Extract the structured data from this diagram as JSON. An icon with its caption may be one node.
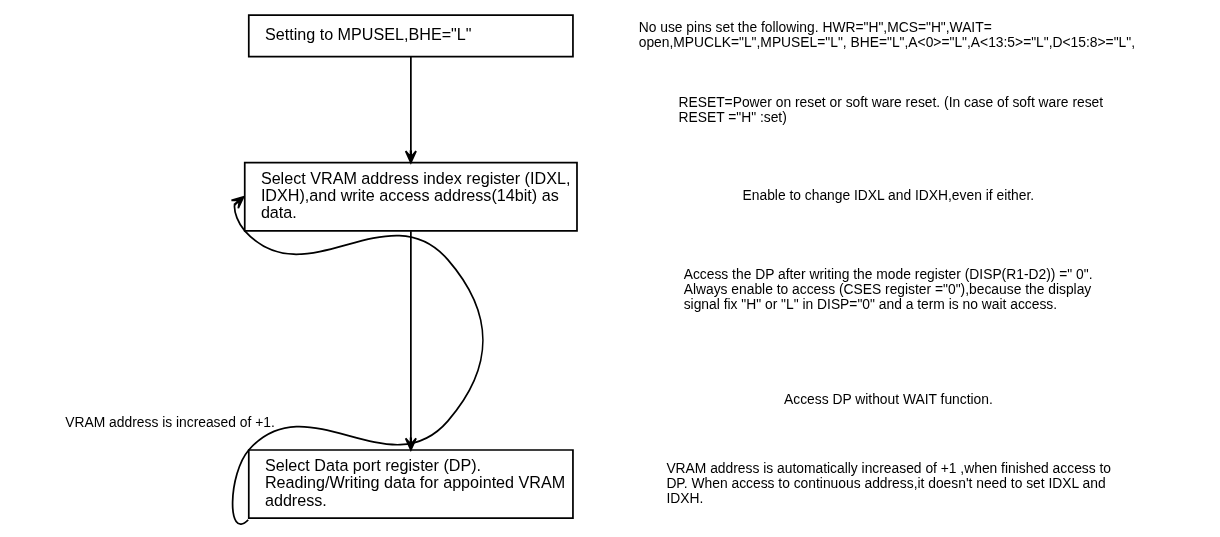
{
  "diagram": {
    "nodes": [
      {
        "text": [
          "Setting to MPUSEL,BHE=\"L\""
        ]
      },
      {
        "text": [
          "Select VRAM address index register (IDXL, IDXH),and write access address(14bit) as data."
        ]
      },
      {
        "text": [
          "Select Data port register (DP). Reading/Writing data for appointed VRAM address."
        ]
      }
    ],
    "edges": [
      {
        "from": 0,
        "to": 1,
        "arrow": "to"
      },
      {
        "from": 1,
        "to": 2,
        "arrow": "to"
      },
      {
        "from": 2,
        "to": 1,
        "arrow": "to",
        "label": "VRAM address is increased of +1."
      }
    ],
    "labels": [
      "No use pins set the following. HWR=\"H\",MCS=\"H\",WAIT= open,MPUCLK=\"L\",MPUSEL=\"L\", BHE=\"L\",A<0>=\"L\",A<13:5>=\"L\",D<15:8>=\"L\",",
      "RESET=Power on reset or soft ware reset. (In case of soft ware reset RESET =\"H\" :set)",
      "Enable to change IDXL and IDXH,even if either.",
      "Access the DP after writing the mode register (DISP(R1-D2)) =\" 0\". Always enable to access (CSES register =\"0\"),because the display signal fix \"H\" or \"L\" in DISP=\"0\" and a term is no wait access.",
      "Access DP without WAIT function.",
      "VRAM address is automatically increased of +1 ,when finished access to DP. When access to continuous address,it doesn't need to set IDXL and IDXH."
    ]
  }
}
